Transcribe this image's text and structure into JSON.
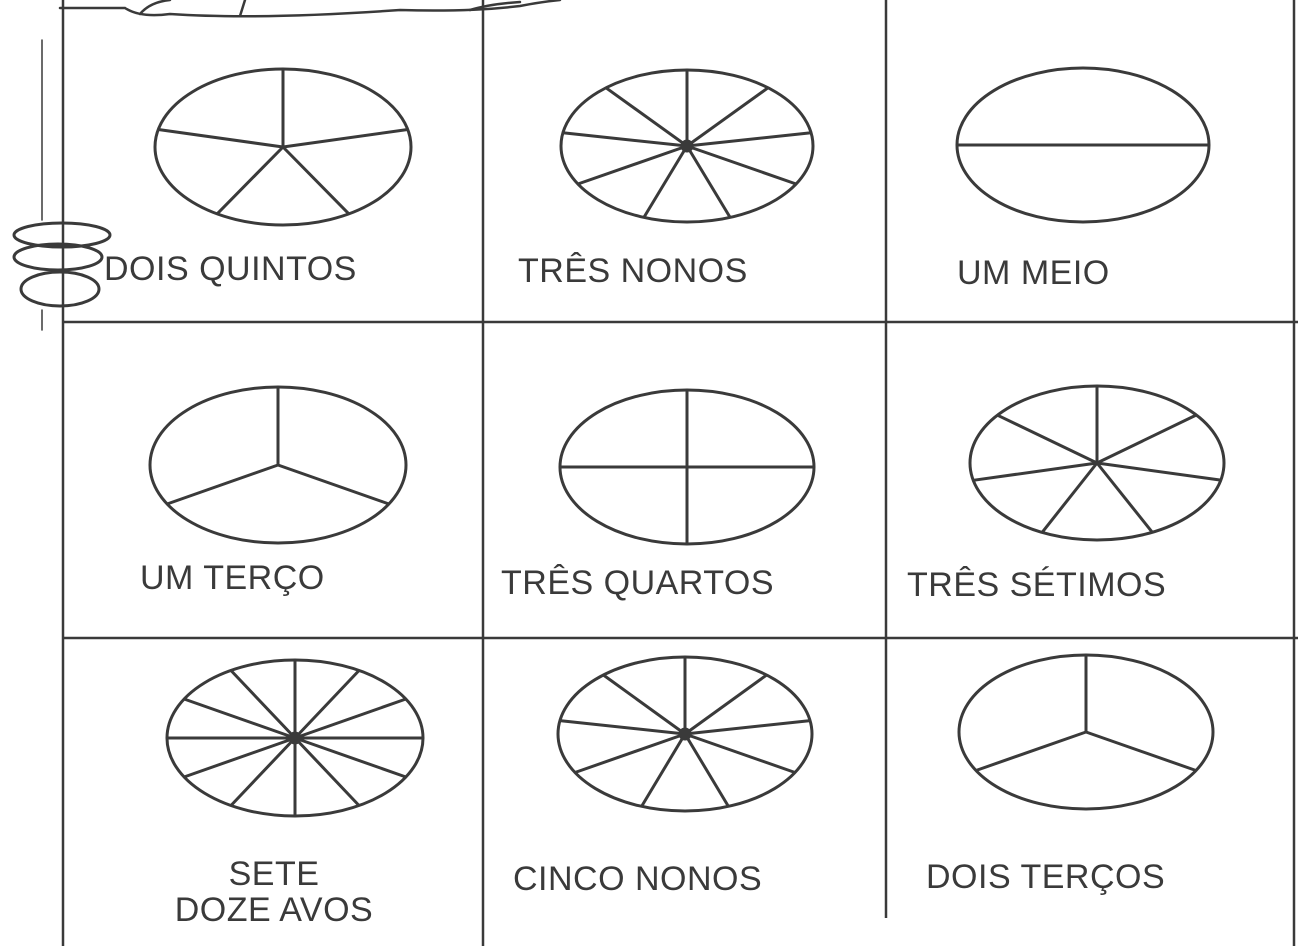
{
  "worksheet": {
    "cells": [
      {
        "label": "DOIS QUINTOS",
        "parts": 5,
        "pattern": "star"
      },
      {
        "label": "TRÊS NONOS",
        "parts": 9,
        "pattern": "star"
      },
      {
        "label": "UM MEIO",
        "parts": 2,
        "pattern": "half"
      },
      {
        "label": "UM TERÇO",
        "parts": 3,
        "pattern": "star"
      },
      {
        "label": "TRÊS QUARTOS",
        "parts": 4,
        "pattern": "cross"
      },
      {
        "label": "TRÊS SÉTIMOS",
        "parts": 7,
        "pattern": "star"
      },
      {
        "label_lines": [
          "SETE",
          "DOZE AVOS"
        ],
        "parts": 12,
        "pattern": "star"
      },
      {
        "label": "CINCO NONOS",
        "parts": 9,
        "pattern": "star"
      },
      {
        "label": "DOIS TERÇOS",
        "parts": 3,
        "pattern": "star"
      }
    ],
    "line_color": "#3a3a3a"
  }
}
